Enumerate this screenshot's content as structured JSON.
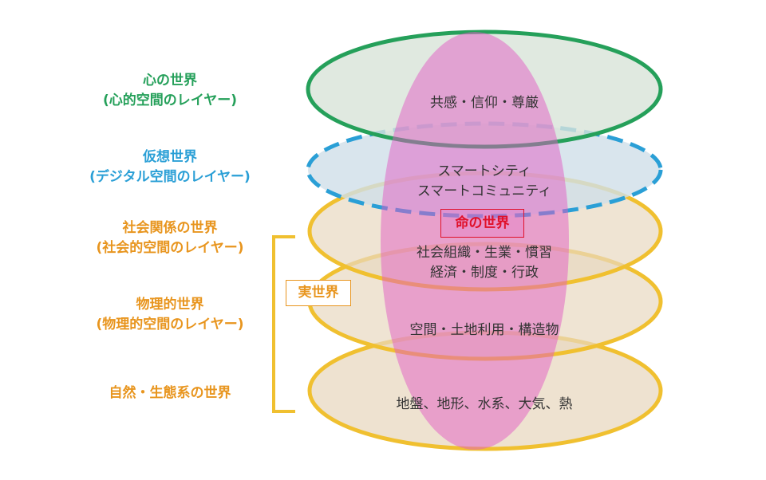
{
  "colors": {
    "mind": "#25a05a",
    "virtual": "#2a9fd6",
    "real": "#e8951e",
    "real_stroke": "#f0c030",
    "life": "#e43a8f",
    "life_text": "#e0102a"
  },
  "left_labels": {
    "mind": {
      "line1": "心の世界",
      "line2": "(心的空間のレイヤー)"
    },
    "virtual": {
      "line1": "仮想世界",
      "line2": "(デジタル空間のレイヤー)"
    },
    "social": {
      "line1": "社会関係の世界",
      "line2": "(社会的空間のレイヤー)"
    },
    "physical": {
      "line1": "物理的世界",
      "line2": "(物理的空間のレイヤー)"
    },
    "nature": {
      "line1": "自然・生態系の世界"
    }
  },
  "real_world_label": "実世界",
  "life_world_label": "命の世界",
  "layers": {
    "mind": "共感・信仰・尊厳",
    "virtual": {
      "line1": "スマートシティ",
      "line2": "スマートコミュニティ"
    },
    "social": {
      "line1": "社会組織・生業・慣習",
      "line2": "経済・制度・行政"
    },
    "physical": "空間・土地利用・構造物",
    "nature": "地盤、地形、水系、大気、熱"
  }
}
